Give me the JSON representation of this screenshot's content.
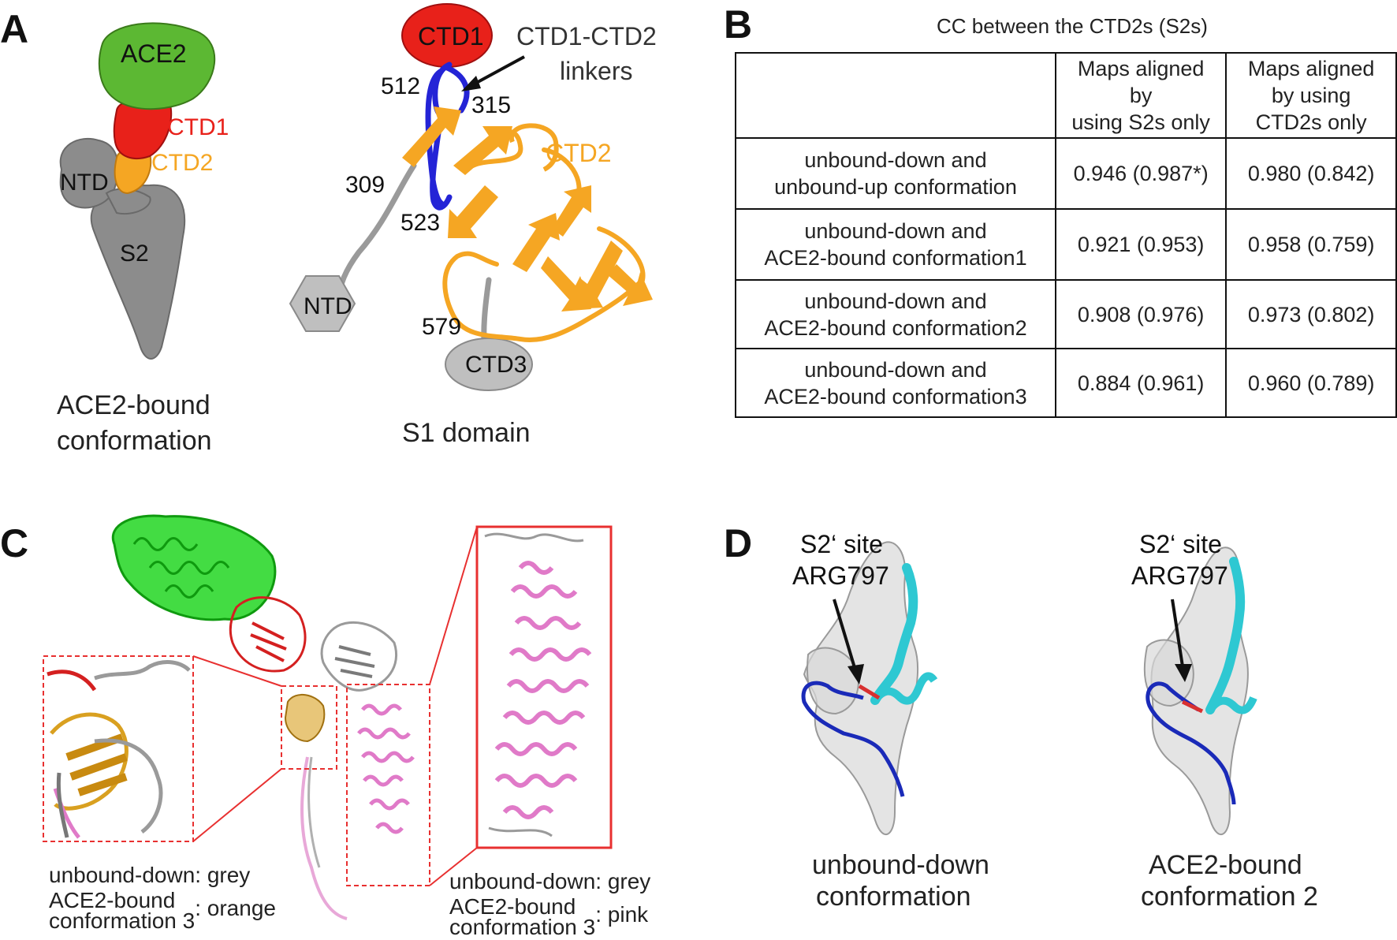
{
  "panel_labels": {
    "a": "A",
    "b": "B",
    "c": "C",
    "d": "D"
  },
  "panel_a": {
    "left_diagram": {
      "ace2": "ACE2",
      "ctd1": "CTD1",
      "ctd2": "CTD2",
      "ntd": "NTD",
      "s2": "S2",
      "caption_line1": "ACE2-bound",
      "caption_line2": "conformation"
    },
    "right_diagram": {
      "ctd1": "CTD1",
      "linker_label_line1": "CTD1-CTD2",
      "linker_label_line2": "linkers",
      "ctd2": "CTD2",
      "ntd": "NTD",
      "ctd3": "CTD3",
      "res_512": "512",
      "res_315": "315",
      "res_309": "309",
      "res_523": "523",
      "res_579": "579",
      "caption": "S1 domain"
    },
    "colors": {
      "ace2": "#5cb833",
      "ctd1": "#e8211a",
      "ctd2": "#f5a623",
      "grey": "#8c8c8c",
      "linker": "#2424d6"
    }
  },
  "panel_b": {
    "title": "CC between the CTD2s (S2s)",
    "header": {
      "col2": [
        "Maps aligned",
        "by",
        "using S2s only"
      ],
      "col3": [
        "Maps aligned",
        "by using",
        "CTD2s only"
      ]
    },
    "rows": [
      {
        "label": [
          "unbound-down and",
          "unbound-up conformation"
        ],
        "s2": "0.946 (0.987*)",
        "ctd2": "0.980 (0.842)"
      },
      {
        "label": [
          "unbound-down and",
          "ACE2-bound conformation1"
        ],
        "s2": "0.921 (0.953)",
        "ctd2": "0.958 (0.759)"
      },
      {
        "label": [
          "unbound-down and",
          "ACE2-bound conformation2"
        ],
        "s2": "0.908 (0.976)",
        "ctd2": "0.973 (0.802)"
      },
      {
        "label": [
          "unbound-down and",
          "ACE2-bound conformation3"
        ],
        "s2": "0.884 (0.961)",
        "ctd2": "0.960 (0.789)"
      }
    ]
  },
  "panel_c": {
    "legend_left": {
      "line1": "unbound-down: grey",
      "line2a": "ACE2-bound",
      "line2b": "conformation 3",
      "line2c": ": orange"
    },
    "legend_right": {
      "line1": "unbound-down: grey",
      "line2a": "ACE2-bound",
      "line2b": "conformation 3",
      "line2c": ": pink"
    },
    "colors": {
      "ace2": "#22d622",
      "ctd1": "#d42020",
      "ctd2": "#d9a020",
      "pink": "#e07ac8",
      "grey": "#9a9a9a",
      "callout": "#e83030"
    }
  },
  "panel_d": {
    "left": {
      "site_line1": "S2‘ site",
      "site_line2": "ARG797",
      "caption_line1": "unbound-down",
      "caption_line2": "conformation"
    },
    "right": {
      "site_line1": "S2‘ site",
      "site_line2": "ARG797",
      "caption_line1": "ACE2-bound",
      "caption_line2": "conformation 2"
    },
    "colors": {
      "helix": "#2ec8d2",
      "loop": "#1a2ab8",
      "site": "#d83030",
      "density": "#d8d8d8"
    }
  }
}
